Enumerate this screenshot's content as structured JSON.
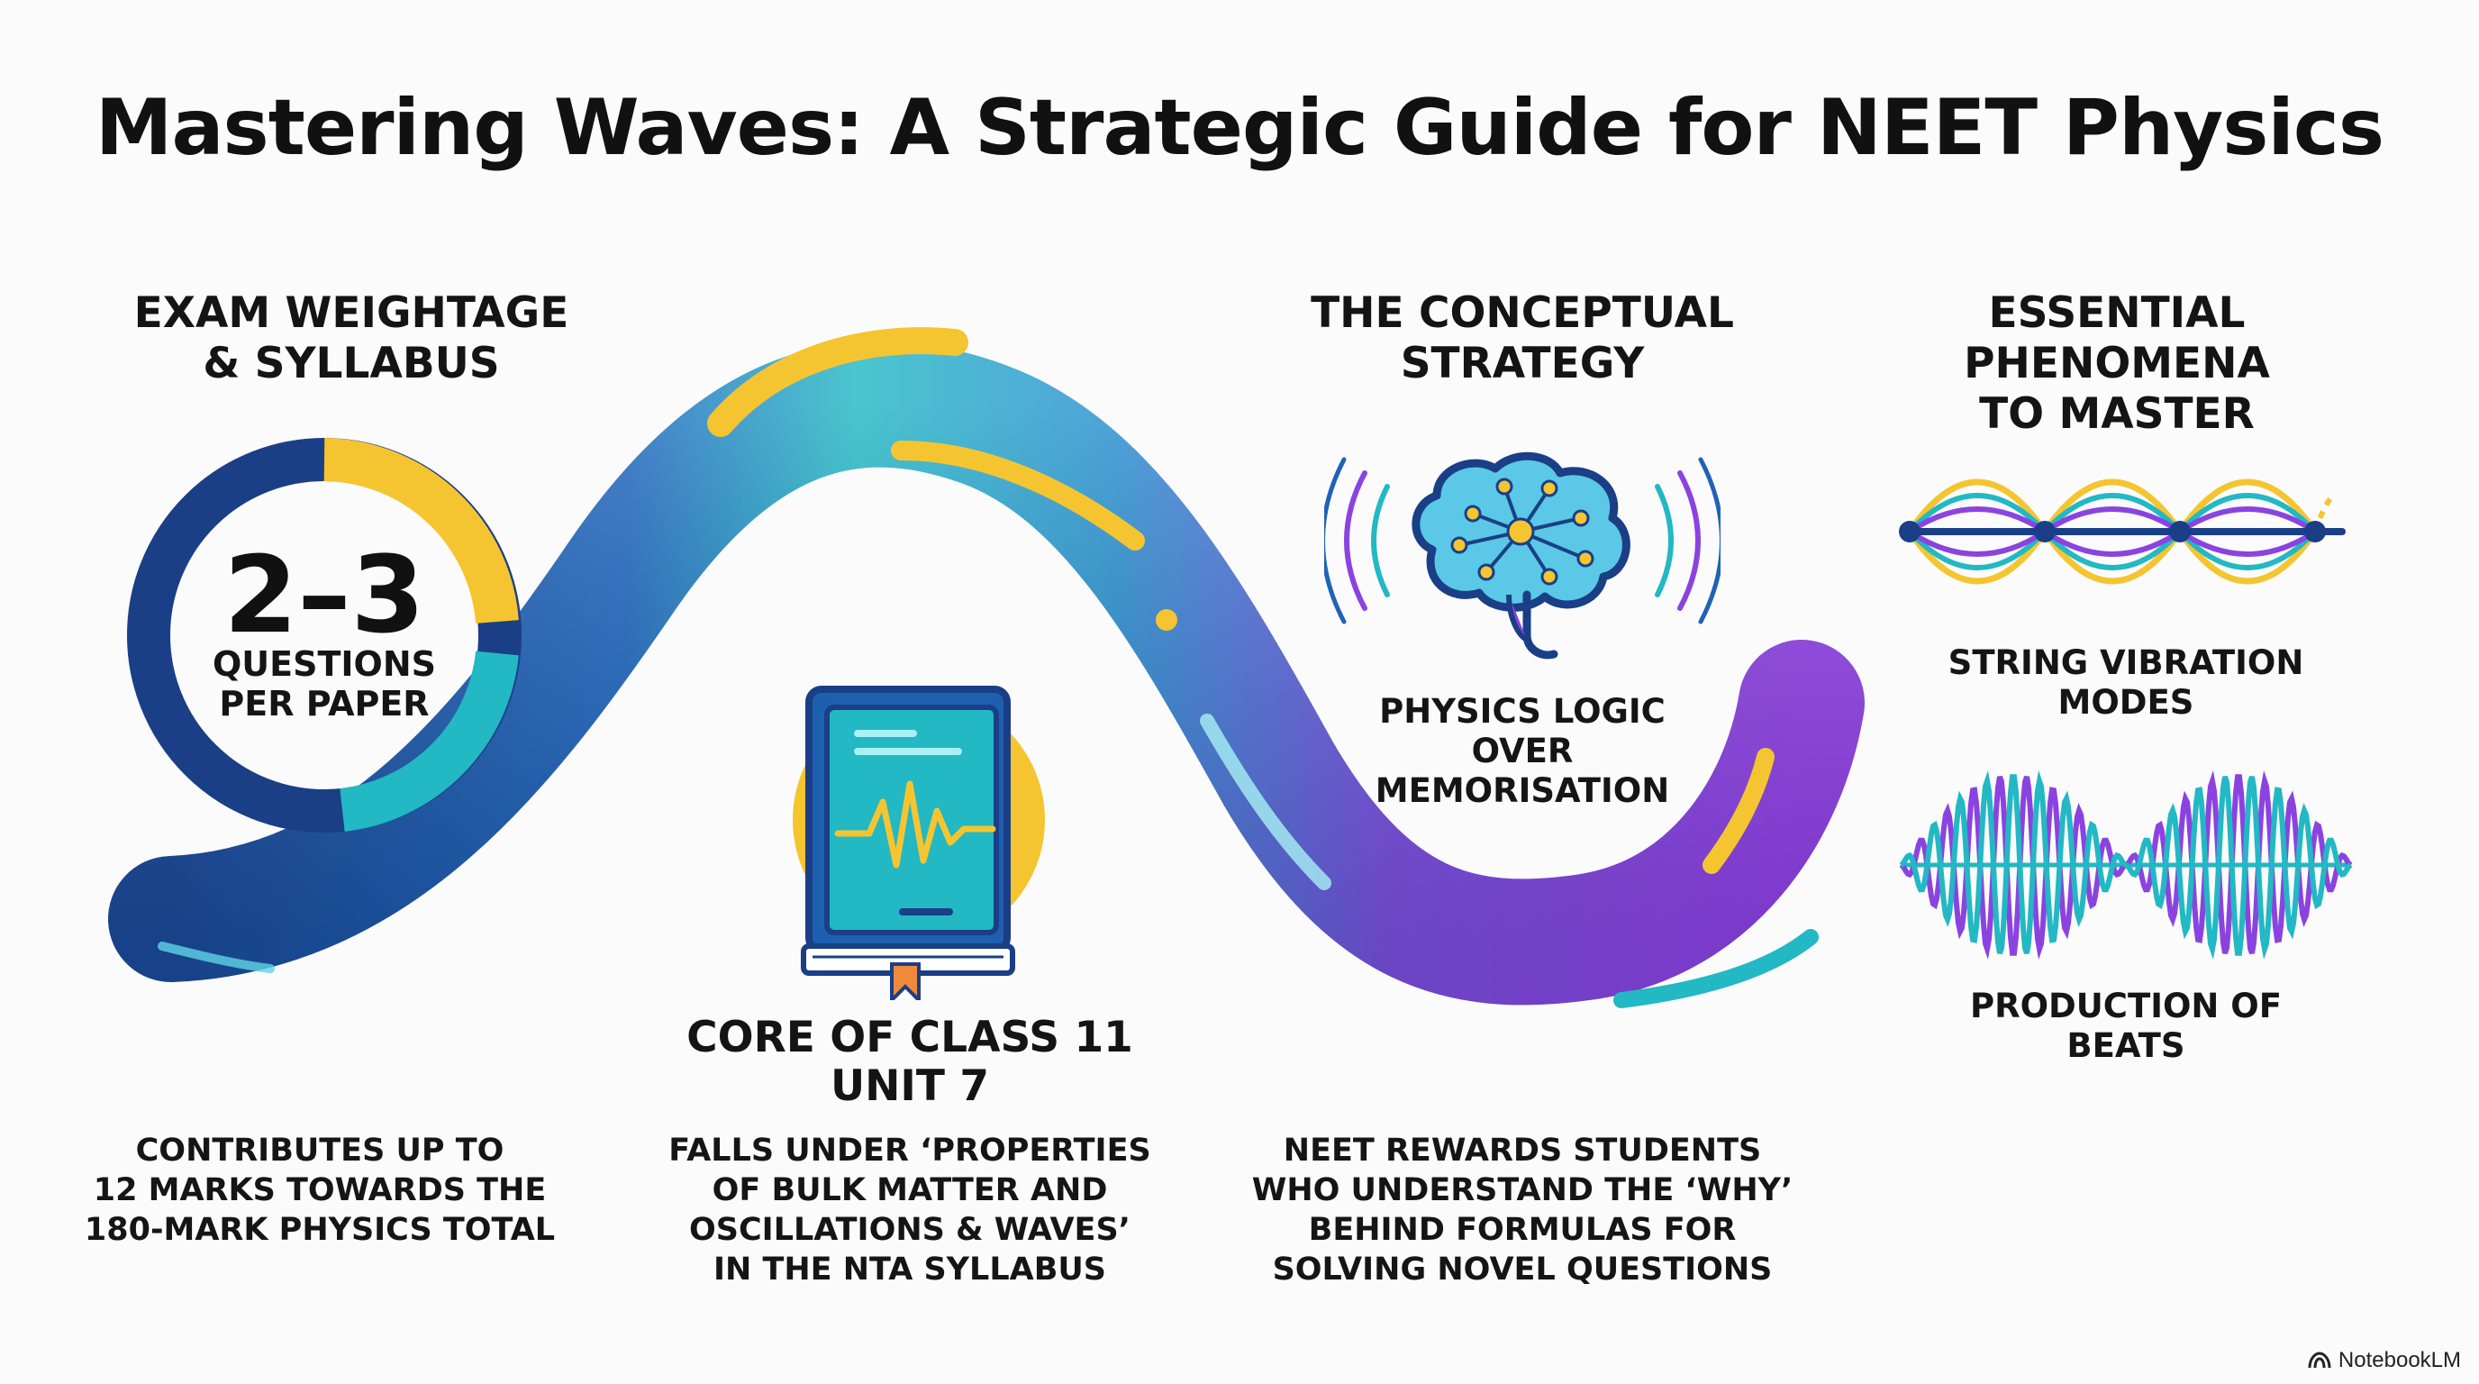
{
  "title": "Mastering Waves: A Strategic Guide for NEET Physics",
  "sections": {
    "weightage": {
      "heading": "EXAM WEIGHTAGE\n& SYLLABUS",
      "ring_value": "2–3",
      "ring_caption": "QUESTIONS\nPER PAPER",
      "description": "CONTRIBUTES UP TO\n12 MARKS TOWARDS THE\n180-MARK PHYSICS TOTAL",
      "icon": "donut-ring-icon"
    },
    "syllabus": {
      "heading": "CORE OF CLASS 11\nUNIT 7",
      "description": "FALLS UNDER ‘PROPERTIES\nOF BULK MATTER AND\nOSCILLATIONS & WAVES’\nIN THE NTA SYLLABUS",
      "icon": "book-waveform-icon"
    },
    "strategy": {
      "heading": "THE CONCEPTUAL\nSTRATEGY",
      "icon_caption": "PHYSICS LOGIC\nOVER\nMEMORISATION",
      "description": "NEET REWARDS STUDENTS\nWHO UNDERSTAND THE ‘WHY’\nBEHIND FORMULAS FOR\nSOLVING NOVEL QUESTIONS",
      "icon": "brain-icon"
    },
    "phenomena": {
      "heading": "ESSENTIAL PHENOMENA\nTO MASTER",
      "items": [
        {
          "label": "STRING VIBRATION\nMODES",
          "icon": "standing-wave-icon"
        },
        {
          "label": "PRODUCTION OF\nBEATS",
          "icon": "beats-wave-icon"
        }
      ]
    }
  },
  "colors": {
    "navy": "#1a3f86",
    "blue": "#1f63b8",
    "teal": "#22b8c4",
    "yellow": "#f5c531",
    "purple": "#8b43e0",
    "orange": "#f08a3a"
  },
  "brand": {
    "name": "NotebookLM",
    "icon": "notebooklm-logo-icon"
  }
}
